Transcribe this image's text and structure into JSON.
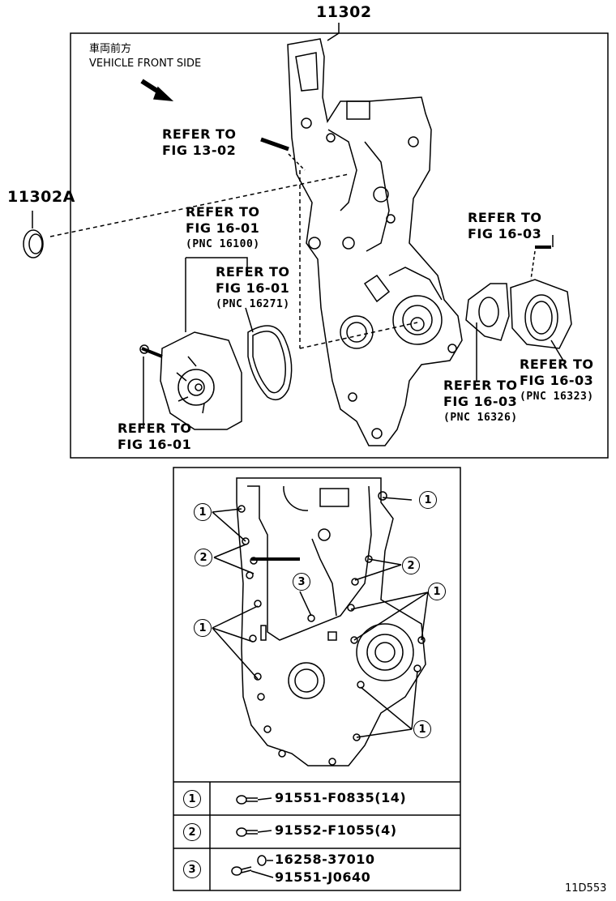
{
  "main_part_number": "11302",
  "seal_part_number": "11302A",
  "front_label": {
    "jp": "車両前方",
    "en": "VEHICLE FRONT SIDE"
  },
  "refs": {
    "fig_13_02": {
      "line1": "REFER TO",
      "line2": "FIG 13-02"
    },
    "fig_16_01_pump": {
      "line1": "REFER TO",
      "line2": "FIG 16-01",
      "pnc": "(PNC 16100)"
    },
    "fig_16_01_gasket": {
      "line1": "REFER TO",
      "line2": "FIG 16-01",
      "pnc": "(PNC 16271)"
    },
    "fig_16_01_bolt": {
      "line1": "REFER TO",
      "line2": "FIG 16-01"
    },
    "fig_16_03_bolt": {
      "line1": "REFER TO",
      "line2": "FIG 16-03"
    },
    "fig_16_03_inlet": {
      "line1": "REFER TO",
      "line2": "FIG 16-03",
      "pnc": "(PNC 16323)"
    },
    "fig_16_03_gasket": {
      "line1": "REFER TO",
      "line2": "FIG 16-03",
      "pnc": "(PNC 16326)"
    }
  },
  "callouts": [
    "1",
    "2",
    "3"
  ],
  "legend": [
    {
      "num": "1",
      "parts": [
        "91551-F0835(14)"
      ]
    },
    {
      "num": "2",
      "parts": [
        "91552-F1055(4)"
      ]
    },
    {
      "num": "3",
      "parts": [
        "16258-37010",
        "91551-J0640"
      ]
    }
  ],
  "figure_code": "11D553"
}
